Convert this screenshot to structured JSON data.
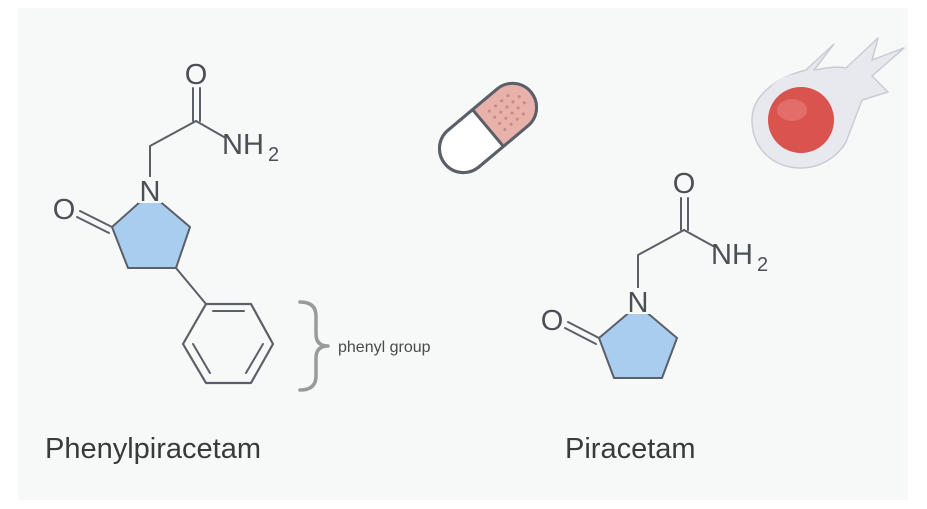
{
  "phenylpiracetam": {
    "name": "Phenylpiracetam",
    "carbonyl_o": "O",
    "amide_nh": "NH",
    "amide_sub": "2",
    "ring_o": "O",
    "ring_n": "N",
    "phenyl_label": "phenyl group"
  },
  "piracetam": {
    "name": "Piracetam",
    "carbonyl_o": "O",
    "amide_nh": "NH",
    "amide_sub": "2",
    "ring_o": "O",
    "ring_n": "N"
  },
  "colors": {
    "ring_fill": "#a9cdee",
    "bond": "#5b6068",
    "pill_band": "#e8b2ab",
    "capsule_red": "#d9534f",
    "background": "#f7f8f8"
  },
  "icons": [
    "capsule-pill-icon",
    "comet-tablet-icon"
  ]
}
